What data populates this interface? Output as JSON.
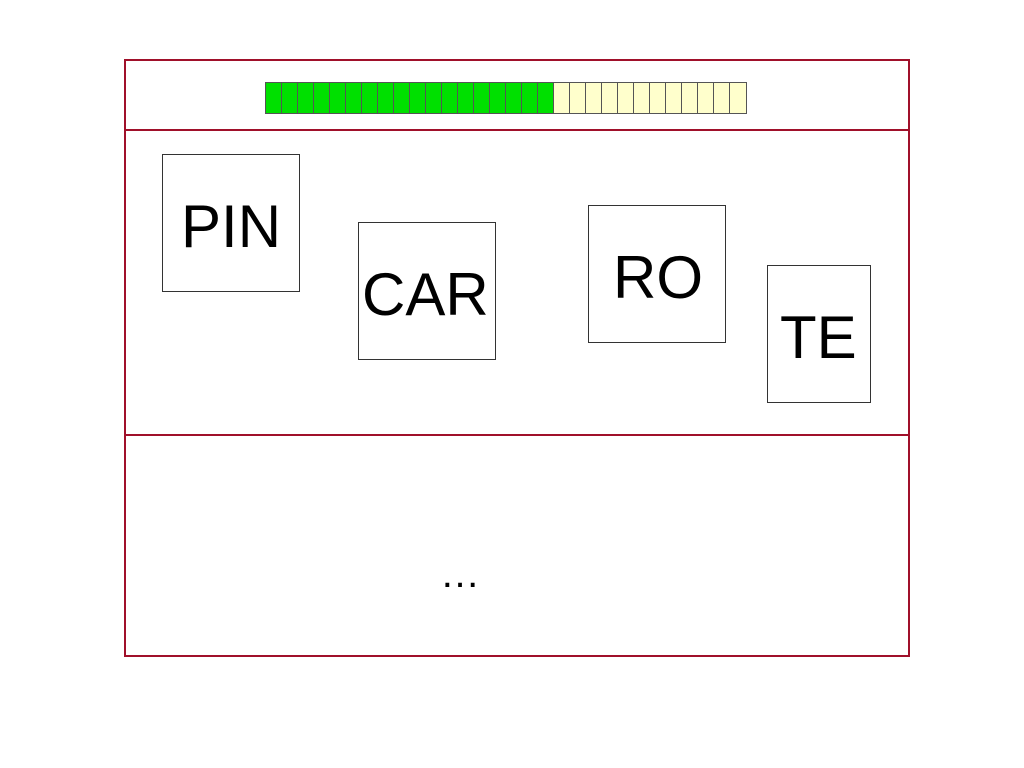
{
  "progress": {
    "total_segments": 30,
    "filled_segments": 18,
    "filled_color": "#00e000",
    "empty_color": "#ffffcc"
  },
  "cards": [
    {
      "label": "PIN"
    },
    {
      "label": "CAR"
    },
    {
      "label": "RO"
    },
    {
      "label": "TE"
    }
  ],
  "more": {
    "label": "…"
  },
  "colors": {
    "frame_border": "#a0102a"
  }
}
